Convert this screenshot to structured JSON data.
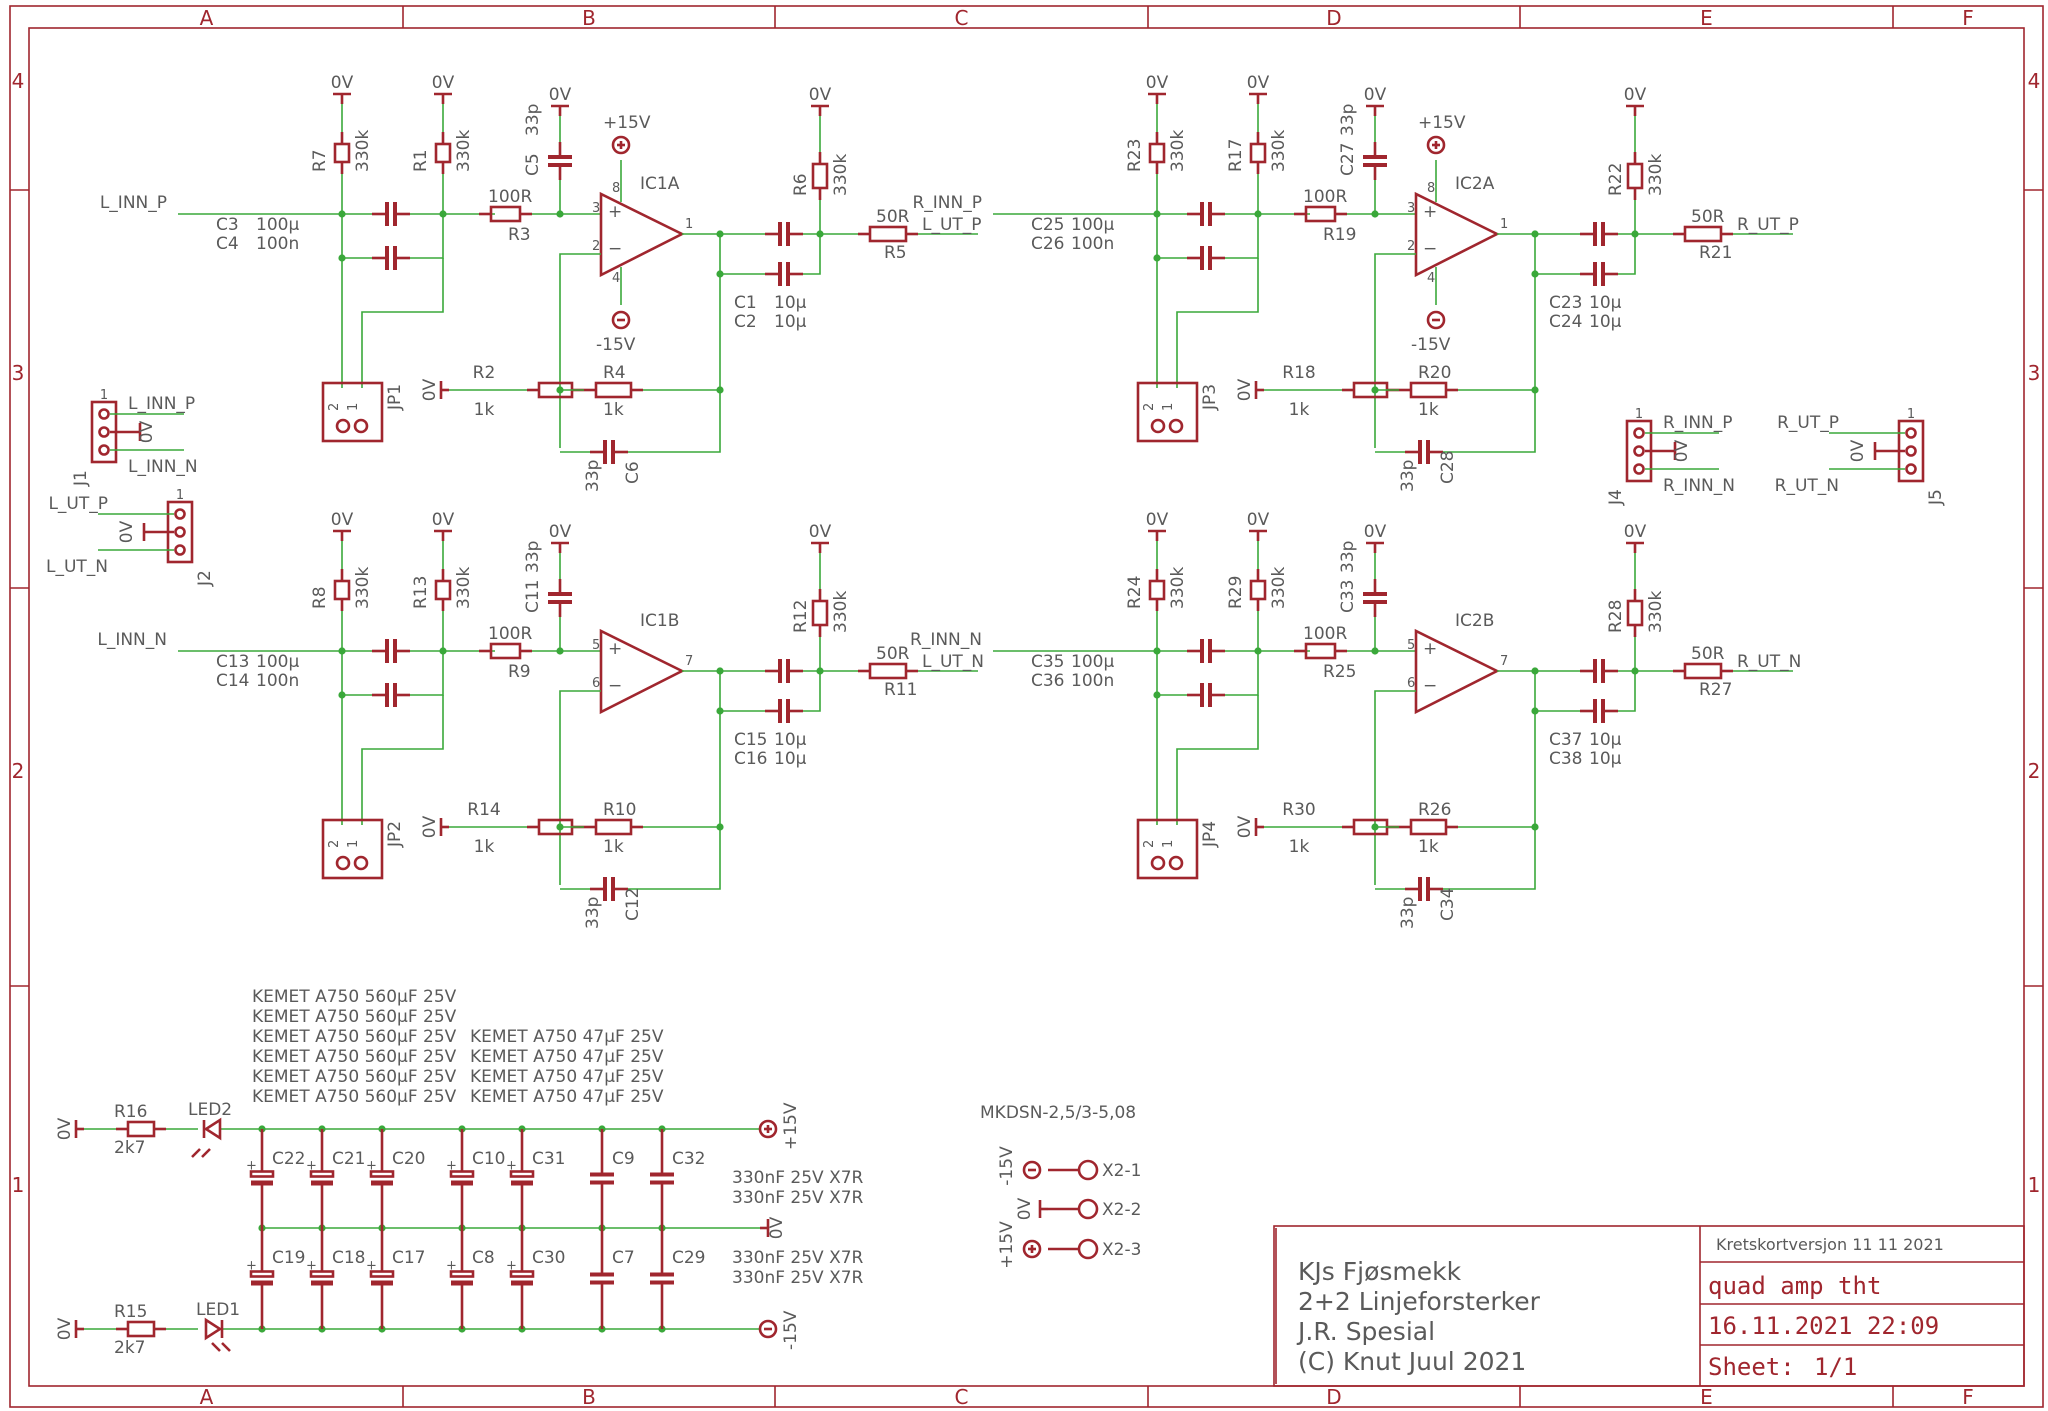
{
  "colors": {
    "symbol": "#a0262e",
    "wire": "#3aa83a",
    "text": "#5a5a5a",
    "background": "#ffffff"
  },
  "frame": {
    "columns": [
      "A",
      "B",
      "C",
      "D",
      "E",
      "F"
    ],
    "rows": [
      "4",
      "3",
      "2",
      "1"
    ]
  },
  "title_block": {
    "company": "KJs Fjøsmekk",
    "project": "2+2 Linjeforsterker",
    "customer": "J.R. Spesial",
    "copyright": "(C) Knut Juul 2021",
    "board_version": "Kretskortversjon 11 11 2021",
    "drawing_name": "quad amp tht",
    "date_time": "16.11.2021 22:09",
    "sheet_label": "Sheet:",
    "sheet_value": "1/1"
  },
  "channels": [
    {
      "input_net": "L_INN_P",
      "output_net": "L_UT_P",
      "opamp": "IC1A",
      "pin_plus": "3",
      "pin_minus": "2",
      "pin_out": "1",
      "rtop1": "R7",
      "rtop2": "R1",
      "rtop_val": "330k",
      "cin1": "C3",
      "cin1_val": "100µ",
      "cin2": "C4",
      "cin2_val": "100n",
      "rser": "R3",
      "rser_val": "100R",
      "cfilt": "C5",
      "cfilt_val": "33p",
      "rg": "R2",
      "rg_val": "1k",
      "rf": "R4",
      "rf_val": "1k",
      "cf": "C6",
      "cf_val": "33p",
      "cout1": "C1",
      "cout1_val": "10µ",
      "cout2": "C2",
      "cout2_val": "10µ",
      "rout_top": "R6",
      "rout_top_val": "330k",
      "rout": "R5",
      "rout_val": "50R",
      "jumper": "JP1",
      "supply_pos": "+15V",
      "supply_neg": "-15V",
      "pin4": "4",
      "pin8": "8"
    },
    {
      "input_net": "R_INN_P",
      "output_net": "R_UT_P",
      "opamp": "IC2A",
      "pin_plus": "3",
      "pin_minus": "2",
      "pin_out": "1",
      "rtop1": "R23",
      "rtop2": "R17",
      "rtop_val": "330k",
      "cin1": "C25",
      "cin1_val": "100µ",
      "cin2": "C26",
      "cin2_val": "100n",
      "rser": "R19",
      "rser_val": "100R",
      "cfilt": "C27",
      "cfilt_val": "33p",
      "rg": "R18",
      "rg_val": "1k",
      "rf": "R20",
      "rf_val": "1k",
      "cf": "C28",
      "cf_val": "33p",
      "cout1": "C23",
      "cout1_val": "10µ",
      "cout2": "C24",
      "cout2_val": "10µ",
      "rout_top": "R22",
      "rout_top_val": "330k",
      "rout": "R21",
      "rout_val": "50R",
      "jumper": "JP3",
      "supply_pos": "+15V",
      "supply_neg": "-15V",
      "pin4": "4",
      "pin8": "8"
    },
    {
      "input_net": "L_INN_N",
      "output_net": "L_UT_N",
      "opamp": "IC1B",
      "pin_plus": "5",
      "pin_minus": "6",
      "pin_out": "7",
      "rtop1": "R8",
      "rtop2": "R13",
      "rtop_val": "330k",
      "cin1": "C13",
      "cin1_val": "100µ",
      "cin2": "C14",
      "cin2_val": "100n",
      "rser": "R9",
      "rser_val": "100R",
      "cfilt": "C11",
      "cfilt_val": "33p",
      "rg": "R14",
      "rg_val": "1k",
      "rf": "R10",
      "rf_val": "1k",
      "cf": "C12",
      "cf_val": "33p",
      "cout1": "C15",
      "cout1_val": "10µ",
      "cout2": "C16",
      "cout2_val": "10µ",
      "rout_top": "R12",
      "rout_top_val": "330k",
      "rout": "R11",
      "rout_val": "50R",
      "jumper": "JP2"
    },
    {
      "input_net": "R_INN_N",
      "output_net": "R_UT_N",
      "opamp": "IC2B",
      "pin_plus": "5",
      "pin_minus": "6",
      "pin_out": "7",
      "rtop1": "R24",
      "rtop2": "R29",
      "rtop_val": "330k",
      "cin1": "C35",
      "cin1_val": "100µ",
      "cin2": "C36",
      "cin2_val": "100n",
      "rser": "R25",
      "rser_val": "100R",
      "cfilt": "C33",
      "cfilt_val": "33p",
      "rg": "R30",
      "rg_val": "1k",
      "rf": "R26",
      "rf_val": "1k",
      "cf": "C34",
      "cf_val": "33p",
      "cout1": "C37",
      "cout1_val": "10µ",
      "cout2": "C38",
      "cout2_val": "10µ",
      "rout_top": "R28",
      "rout_top_val": "330k",
      "rout": "R27",
      "rout_val": "50R",
      "jumper": "JP4"
    }
  ],
  "ground_label": "0V",
  "jp_pin1": "1",
  "jp_pin2": "2",
  "connectors": {
    "j1": {
      "name": "J1",
      "pin_top": "L_INN_P",
      "pin_mid": "0V",
      "pin_bot": "L_INN_N",
      "pin1": "1"
    },
    "j2": {
      "name": "J2",
      "pin_top": "L_UT_P",
      "pin_mid": "0V",
      "pin_bot": "L_UT_N",
      "pin1": "1"
    },
    "j4": {
      "name": "J4",
      "pin_top": "R_INN_P",
      "pin_mid": "0V",
      "pin_bot": "R_INN_N",
      "pin1": "1"
    },
    "j5": {
      "name": "J5",
      "pin_top": "R_UT_P",
      "pin_mid": "0V",
      "pin_bot": "R_UT_N",
      "pin1": "1"
    }
  },
  "power": {
    "notes_560": [
      "KEMET A750 560µF 25V",
      "KEMET A750 560µF 25V",
      "KEMET A750 560µF 25V",
      "KEMET A750 560µF 25V",
      "KEMET A750 560µF 25V",
      "KEMET A750 560µF 25V"
    ],
    "notes_47": [
      "KEMET A750 47µF 25V",
      "KEMET A750 47µF 25V",
      "KEMET A750 47µF 25V",
      "KEMET A750 47µF 25V"
    ],
    "notes_330": [
      "330nF 25V X7R",
      "330nF 25V X7R",
      "330nF 25V X7R",
      "330nF 25V X7R"
    ],
    "r16": "R16",
    "r16_val": "2k7",
    "led2": "LED2",
    "r15": "R15",
    "r15_val": "2k7",
    "led1": "LED1",
    "caps_top": [
      "C22",
      "C21",
      "C20",
      "C10",
      "C31",
      "C9",
      "C32"
    ],
    "caps_bot": [
      "C19",
      "C18",
      "C17",
      "C8",
      "C30",
      "C7",
      "C29"
    ],
    "pos_label": "+15V",
    "neg_label": "-15V",
    "gnd_label": "0V",
    "polarity_mark": "+"
  },
  "terminal": {
    "type": "MKDSN-2,5/3-5,08",
    "pins": [
      {
        "label": "X2-1",
        "net": "-15V"
      },
      {
        "label": "X2-2",
        "net": "0V"
      },
      {
        "label": "X2-3",
        "net": "+15V"
      }
    ]
  }
}
